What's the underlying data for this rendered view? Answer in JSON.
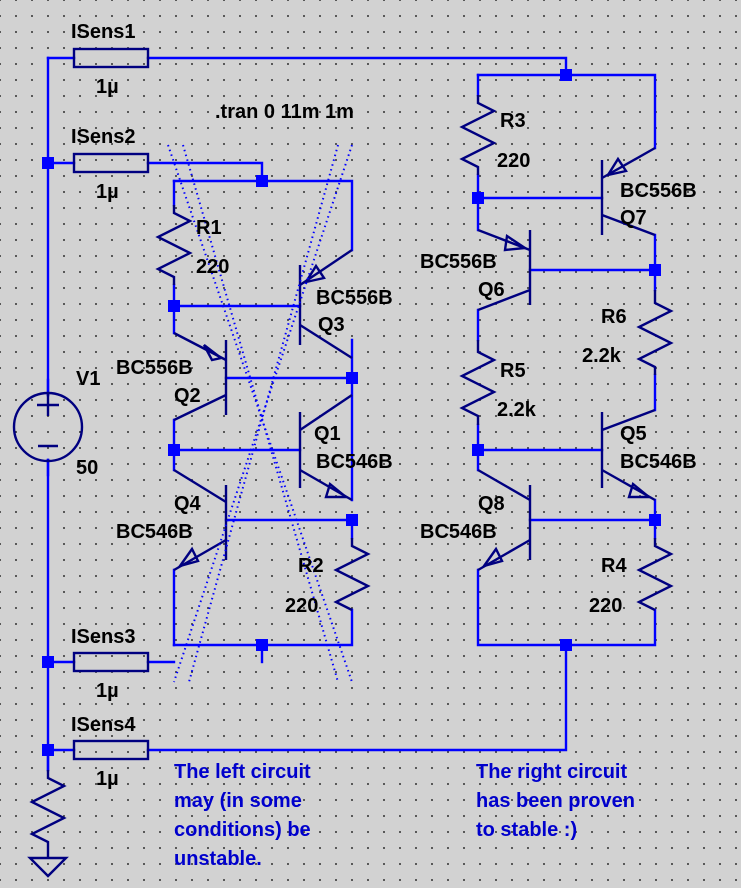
{
  "directive": ".tran 0 11m 1m",
  "components": {
    "isens1": {
      "name": "ISens1",
      "value": "1µ"
    },
    "isens2": {
      "name": "ISens2",
      "value": "1µ"
    },
    "isens3": {
      "name": "ISens3",
      "value": "1µ"
    },
    "isens4": {
      "name": "ISens4",
      "value": "1µ"
    },
    "v1": {
      "name": "V1",
      "value": "50"
    },
    "r1": {
      "name": "R1",
      "value": "220"
    },
    "r2": {
      "name": "R2",
      "value": "220"
    },
    "r3": {
      "name": "R3",
      "value": "220"
    },
    "r4": {
      "name": "R4",
      "value": "220"
    },
    "r5": {
      "name": "R5",
      "value": "2.2k"
    },
    "r6": {
      "name": "R6",
      "value": "2.2k"
    },
    "q1": {
      "name": "Q1",
      "model": "BC546B"
    },
    "q2": {
      "name": "Q2",
      "model": "BC556B"
    },
    "q3": {
      "name": "Q3",
      "model": "BC556B"
    },
    "q4": {
      "name": "Q4",
      "model": "BC546B"
    },
    "q5": {
      "name": "Q5",
      "model": "BC546B"
    },
    "q6": {
      "name": "Q6",
      "model": "BC556B"
    },
    "q7": {
      "name": "Q7",
      "model": "BC556B"
    },
    "q8": {
      "name": "Q8",
      "model": "BC546B"
    }
  },
  "notes": {
    "left": [
      "The left circuit",
      "may (in some",
      "conditions) be",
      "unstable."
    ],
    "right": [
      "The right circuit",
      "has been proven",
      "to stable :)"
    ]
  },
  "colors": {
    "wire": "#0000ff",
    "component": "#000080",
    "background": "#d2d2d2",
    "note": "#0000cc"
  }
}
